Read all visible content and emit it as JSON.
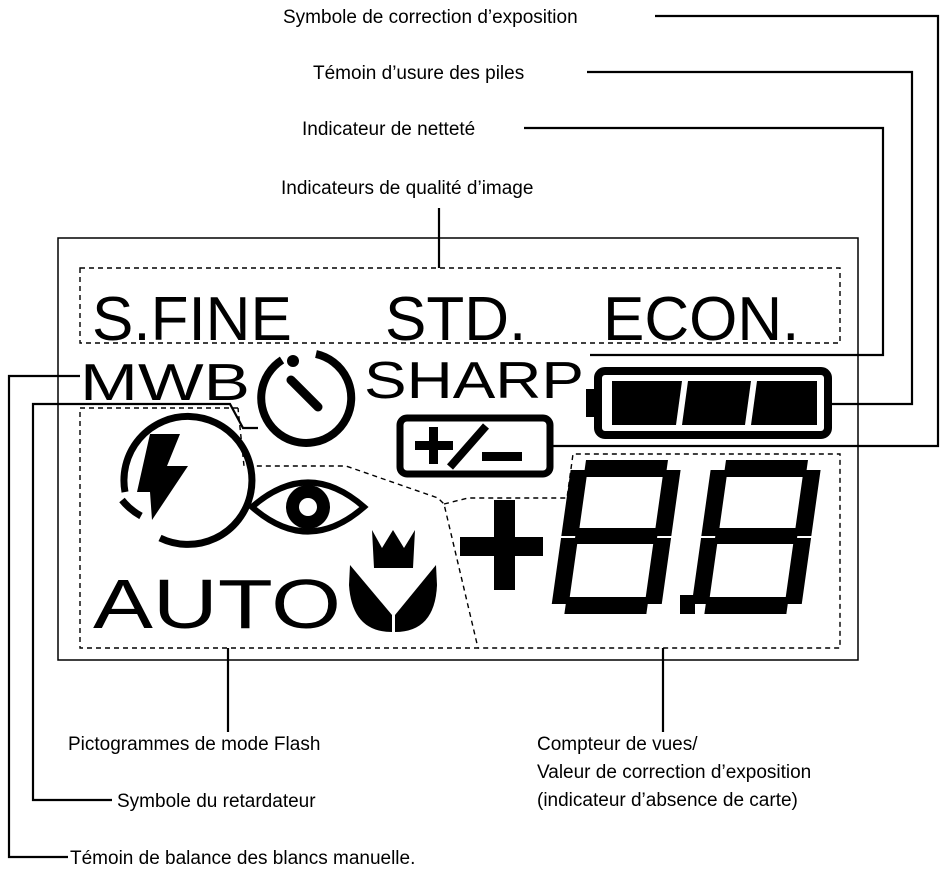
{
  "lcd": {
    "quality": {
      "s_fine": "S.FINE",
      "std": "STD.",
      "econ": "ECON."
    },
    "mwb": "MWB",
    "sharp": "SHARP",
    "auto": "AUTO",
    "plus": "+",
    "exposure_symbol": "+/–",
    "counter_glyphs": "8.8"
  },
  "labels": {
    "exposure_correction_symbol": "Symbole de correction d’exposition",
    "battery_indicator": "Témoin d’usure des piles",
    "sharpness_indicator": "Indicateur de netteté",
    "image_quality_indicators": "Indicateurs de qualité d’image",
    "flash_mode_icons": "Pictogrammes de mode Flash",
    "frame_counter_line1": "Compteur de vues/",
    "frame_counter_line2": "Valeur de correction d’exposition",
    "frame_counter_line3": "(indicateur d’absence de carte)",
    "self_timer_symbol": "Symbole du retardateur",
    "manual_wb_indicator": "Témoin de balance des blancs manuelle."
  }
}
